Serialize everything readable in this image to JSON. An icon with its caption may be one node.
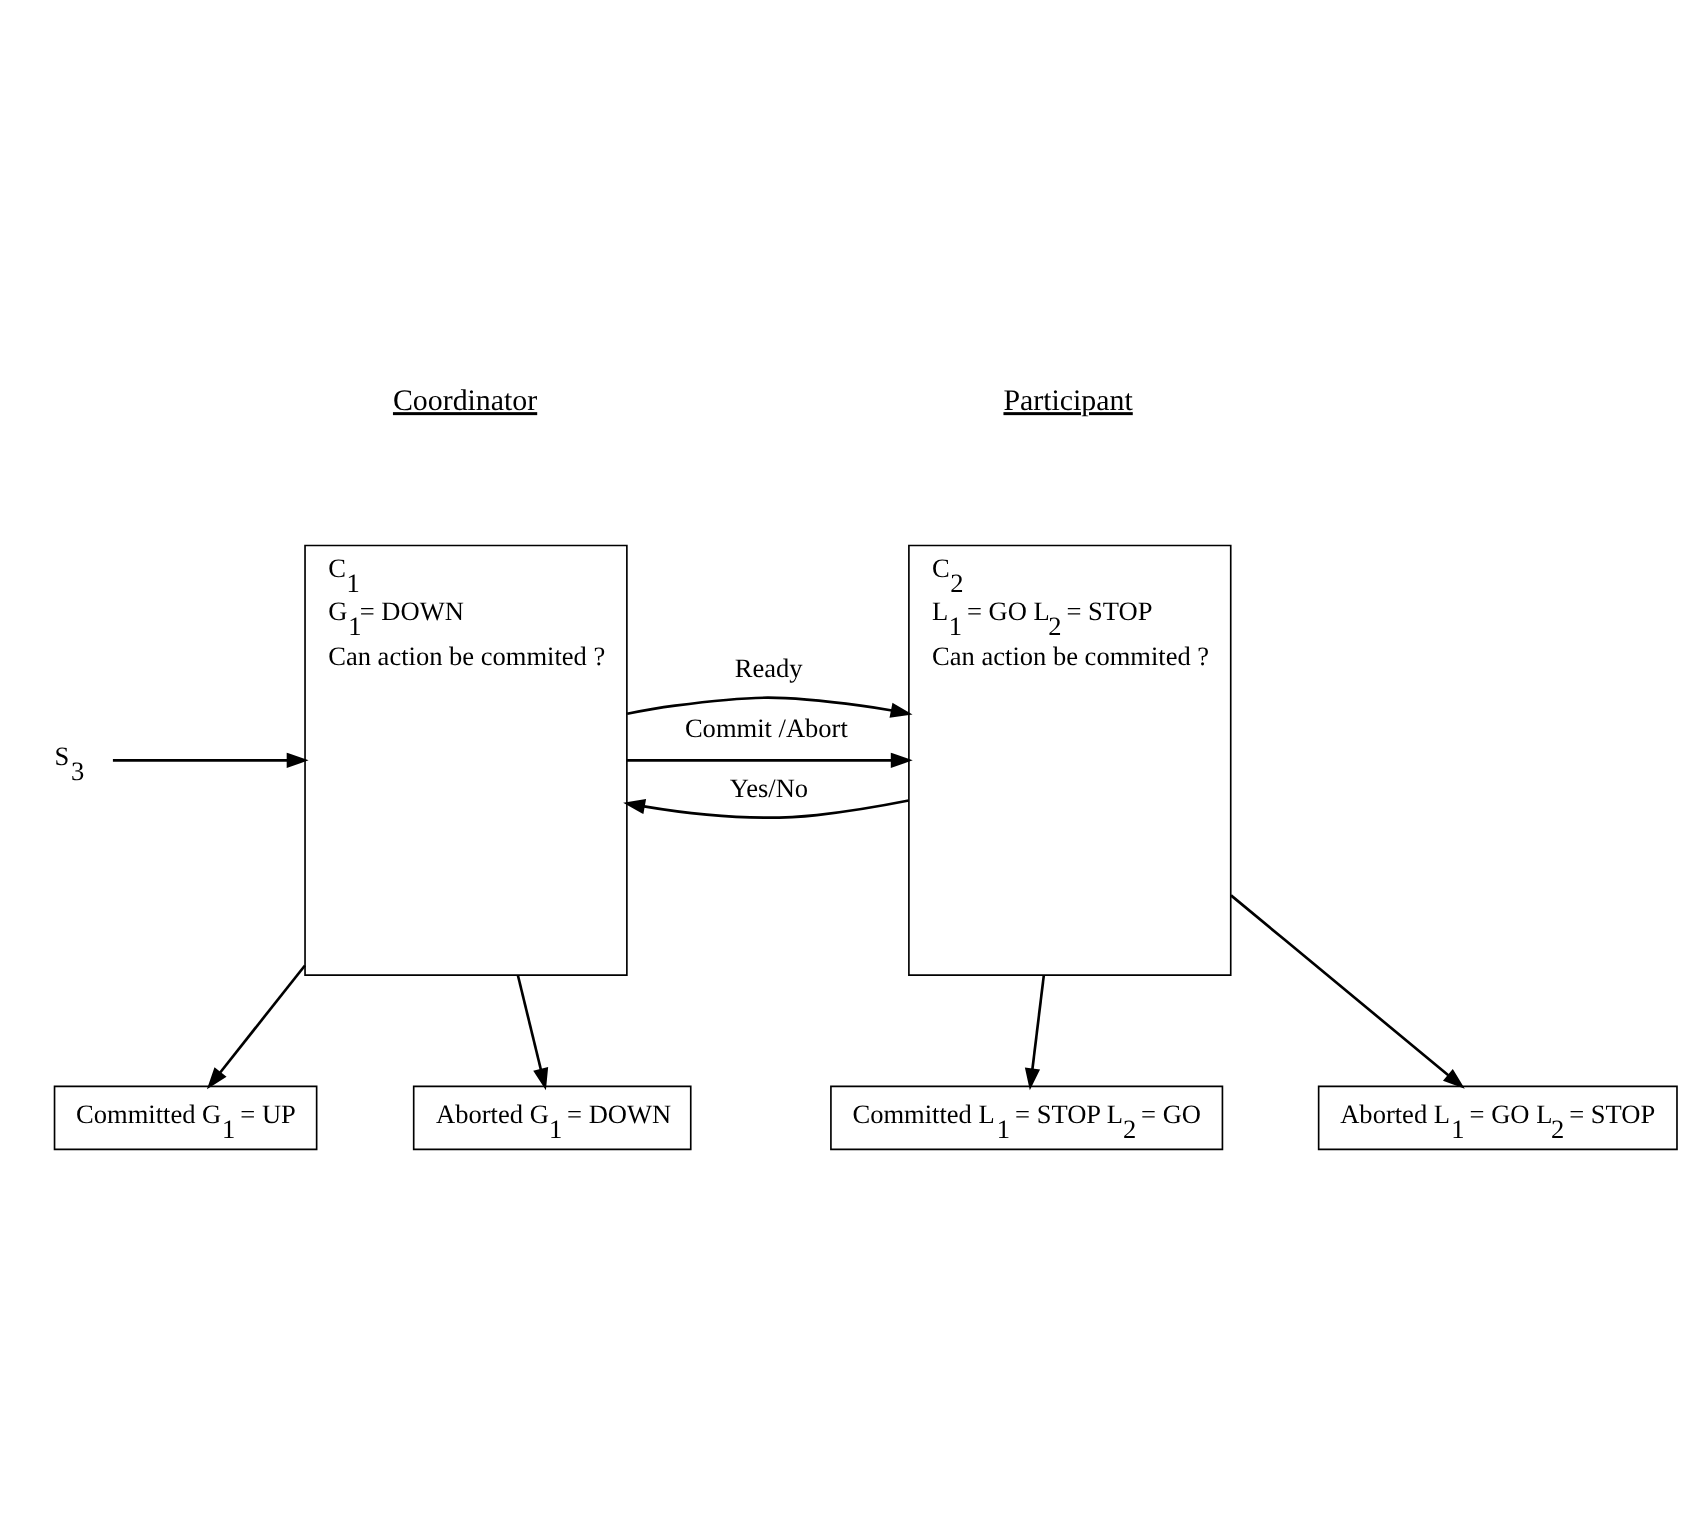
{
  "diagram": {
    "nodes": [
      {
        "text": [
          "C$_{1}$",
          "G$_{1}$= DOWN",
          "Can action be commited ?"
        ]
      },
      {
        "text": [
          "C$_{2}$",
          "L$_{1}$ = GO L$_{2}$ = STOP",
          "Can action be commited ?"
        ]
      },
      {
        "text": [
          "S$_{3}$"
        ]
      },
      {
        "text": [
          "Committed G$_{1}$ = UP"
        ]
      },
      {
        "text": [
          "Aborted G$_{1}$ = DOWN"
        ]
      },
      {
        "text": [
          "Committed L$_{1}$ = STOP L$_{2}$ = GO"
        ]
      },
      {
        "text": [
          "Aborted L$_{1}$ = GO L$_{2}$ = STOP"
        ]
      }
    ],
    "edges": [
      {
        "from": 2,
        "to": 0,
        "arrow": "to"
      },
      {
        "from": 0,
        "to": 1,
        "label": "Ready",
        "arrow": "to"
      },
      {
        "from": 1,
        "to": 0,
        "label": "Yes/No",
        "arrow": "to"
      },
      {
        "from": 0,
        "to": 1,
        "label": "Commit /Abort",
        "arrow": "to"
      },
      {
        "from": 0,
        "to": 3,
        "arrow": "to"
      },
      {
        "from": 0,
        "to": 4,
        "arrow": "to"
      },
      {
        "from": 1,
        "to": 5,
        "arrow": "to"
      },
      {
        "from": 1,
        "to": 6,
        "arrow": "to"
      }
    ],
    "labels": [
      "Coordinator",
      "Participant"
    ]
  }
}
